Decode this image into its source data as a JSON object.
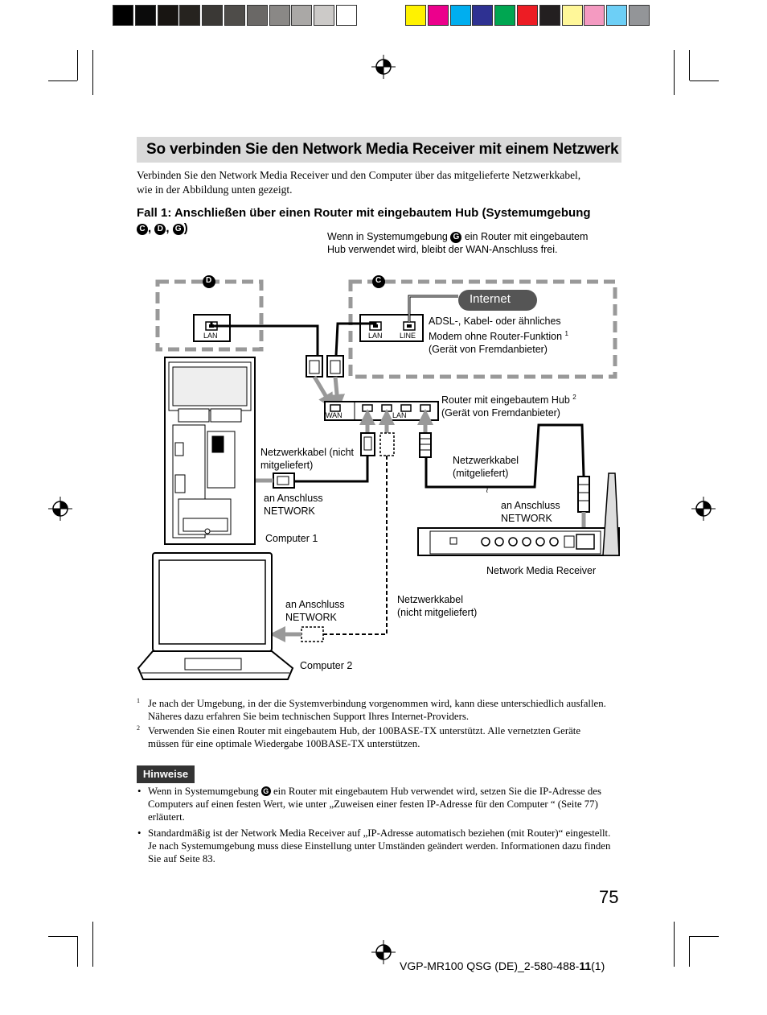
{
  "color_bar": [
    "#000000",
    "#0b0b0b",
    "#181512",
    "#26231f",
    "#3a3835",
    "#4e4c49",
    "#6a6866",
    "#8a8886",
    "#aaa8a6",
    "#cccac8",
    "#ffffff",
    "#fff200",
    "#ec008c",
    "#00aeef",
    "#2e3192",
    "#00a651",
    "#ed1c24",
    "#231f20",
    "#fff799",
    "#f49ac1",
    "#6dcff6",
    "#939598"
  ],
  "title": "So verbinden Sie den Network Media Receiver mit einem Netzwerk",
  "intro": "Verbinden Sie den Network Media Receiver und den Computer über das mitgelieferte Netzwerkkabel, wie in der Abbildung unten gezeigt.",
  "case_heading": {
    "text": "Fall 1: Anschließen über einen Router mit eingebautem Hub (Systemumgebung",
    "env_c": "C",
    "env_d": "D",
    "env_g": "G",
    "sep": ", ",
    "close": ")"
  },
  "diagram": {
    "note_top_prefix": "Wenn in Systemumgebung",
    "note_top_marker": "G",
    "note_top_rest": " ein Router mit eingebautem Hub verwendet wird, bleibt der WAN-Anschluss frei.",
    "marker_d": "D",
    "marker_c": "C",
    "internet": "Internet",
    "lan": "LAN",
    "line": "LINE",
    "wan": "WAN",
    "modem_label_1": "ADSL-, Kabel- oder ähnliches",
    "modem_label_2": "Modem ohne Router-Funktion",
    "modem_sup": "1",
    "modem_label_3": "(Gerät von Fremdanbieter)",
    "router_label_1": "Router mit eingebautem Hub",
    "router_sup": "2",
    "router_label_2": "(Gerät von Fremdanbieter)",
    "cable1_label_1": "Netzwerkkabel (nicht",
    "cable1_label_2": "mitgeliefert)",
    "cable2_label_1": "Netzwerkkabel",
    "cable2_label_2": "(mitgeliefert)",
    "port_label_1a": "an Anschluss",
    "port_label_1b": "NETWORK",
    "port_label_2a": "an Anschluss",
    "port_label_2b": "NETWORK",
    "port_label_3a": "an Anschluss",
    "port_label_3b": "NETWORK",
    "computer1": "Computer 1",
    "computer2": "Computer 2",
    "nmr": "Network Media Receiver",
    "cable3_label_1": "Netzwerkkabel",
    "cable3_label_2": "(nicht mitgeliefert)"
  },
  "footnotes": [
    {
      "num": "1",
      "text": "Je nach der Umgebung, in der die Systemverbindung vorgenommen wird, kann diese unterschiedlich ausfallen. Näheres dazu erfahren Sie beim technischen Support Ihres Internet-Providers."
    },
    {
      "num": "2",
      "text": "Verwenden Sie einen Router mit eingebautem Hub, der 100BASE-TX unterstützt. Alle vernetzten Geräte müssen für eine optimale Wiedergabe 100BASE-TX unterstützen."
    }
  ],
  "notes_title": "Hinweise",
  "bullet": "•",
  "note1_prefix": "Wenn in Systemumgebung",
  "note1_marker": "G",
  "note1_rest": " ein Router mit eingebautem Hub verwendet wird, setzen Sie die IP-Adresse des Computers auf einen festen Wert, wie unter „Zuweisen einer festen IP-Adresse für den Computer “ (Seite 77) erläutert.",
  "note2": "Standardmäßig ist der Network Media Receiver auf „IP-Adresse automatisch beziehen (mit Router)“ eingestellt. Je nach Systemumgebung muss diese Einstellung unter Umständen geändert werden. Informationen dazu finden Sie auf Seite 83.",
  "page_number": "75",
  "footer": {
    "prefix": "VGP-MR100 QSG (DE)_2-580-488-",
    "bold": "11",
    "suffix": "(1)"
  }
}
